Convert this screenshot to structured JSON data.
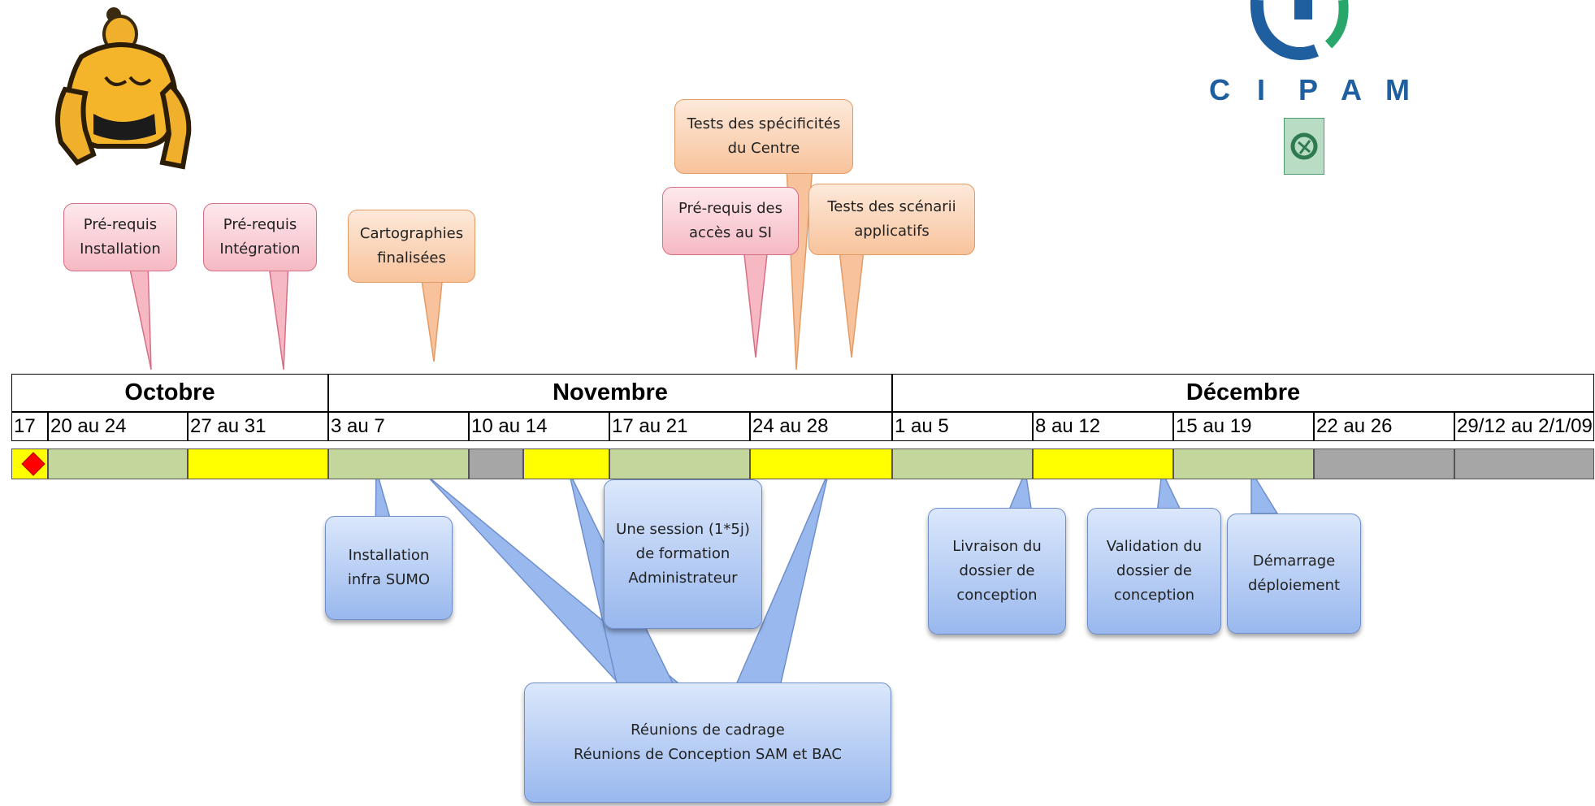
{
  "logo": {
    "letters": [
      "C",
      "I",
      "P",
      "A",
      "M"
    ]
  },
  "colors": {
    "green": "#c3d69b",
    "yellow": "#ffff00",
    "gray": "#a6a6a6",
    "milestone": "#ff0000",
    "pink_fill": "#f6b9c3",
    "orange_fill": "#f8c39c",
    "blue_fill": "#99b8ee"
  },
  "timeline": {
    "months": [
      "Octobre",
      "Novembre",
      "Décembre"
    ],
    "weeks": [
      "17",
      "20 au 24",
      "27 au 31",
      "3 au 7",
      "10 au 14",
      "17 au 21",
      "24 au 28",
      "1 au 5",
      "8 au 12",
      "15 au 19",
      "22 au 26",
      "29/12 au 2/1/09"
    ],
    "bar_colors": [
      "yellow",
      "green",
      "yellow",
      "green",
      "gray",
      "yellow",
      "green",
      "yellow",
      "green",
      "yellow",
      "green",
      "gray",
      "gray"
    ]
  },
  "callouts_above": [
    {
      "line1": "Pré-requis",
      "line2": "Installation"
    },
    {
      "line1": "Pré-requis",
      "line2": "Intégration"
    },
    {
      "line1": "Cartographies",
      "line2": "finalisées"
    },
    {
      "line1": "Tests des spécificités",
      "line2": "du Centre"
    },
    {
      "line1": "Pré-requis des",
      "line2": "accès au SI"
    },
    {
      "line1": "Tests des scénarii",
      "line2": "applicatifs"
    }
  ],
  "callouts_below": [
    {
      "line1": "Installation",
      "line2": "infra SUMO"
    },
    {
      "line1": "Une session (1*5j)",
      "line2": "de formation",
      "line3": "Administrateur"
    },
    {
      "line1": "Livraison du",
      "line2": "dossier de",
      "line3": "conception"
    },
    {
      "line1": "Validation du",
      "line2": "dossier de",
      "line3": "conception"
    },
    {
      "line1": "Démarrage",
      "line2": "déploiement"
    },
    {
      "line1": "Réunions de cadrage",
      "line2": "Réunions de Conception SAM et BAC"
    }
  ]
}
